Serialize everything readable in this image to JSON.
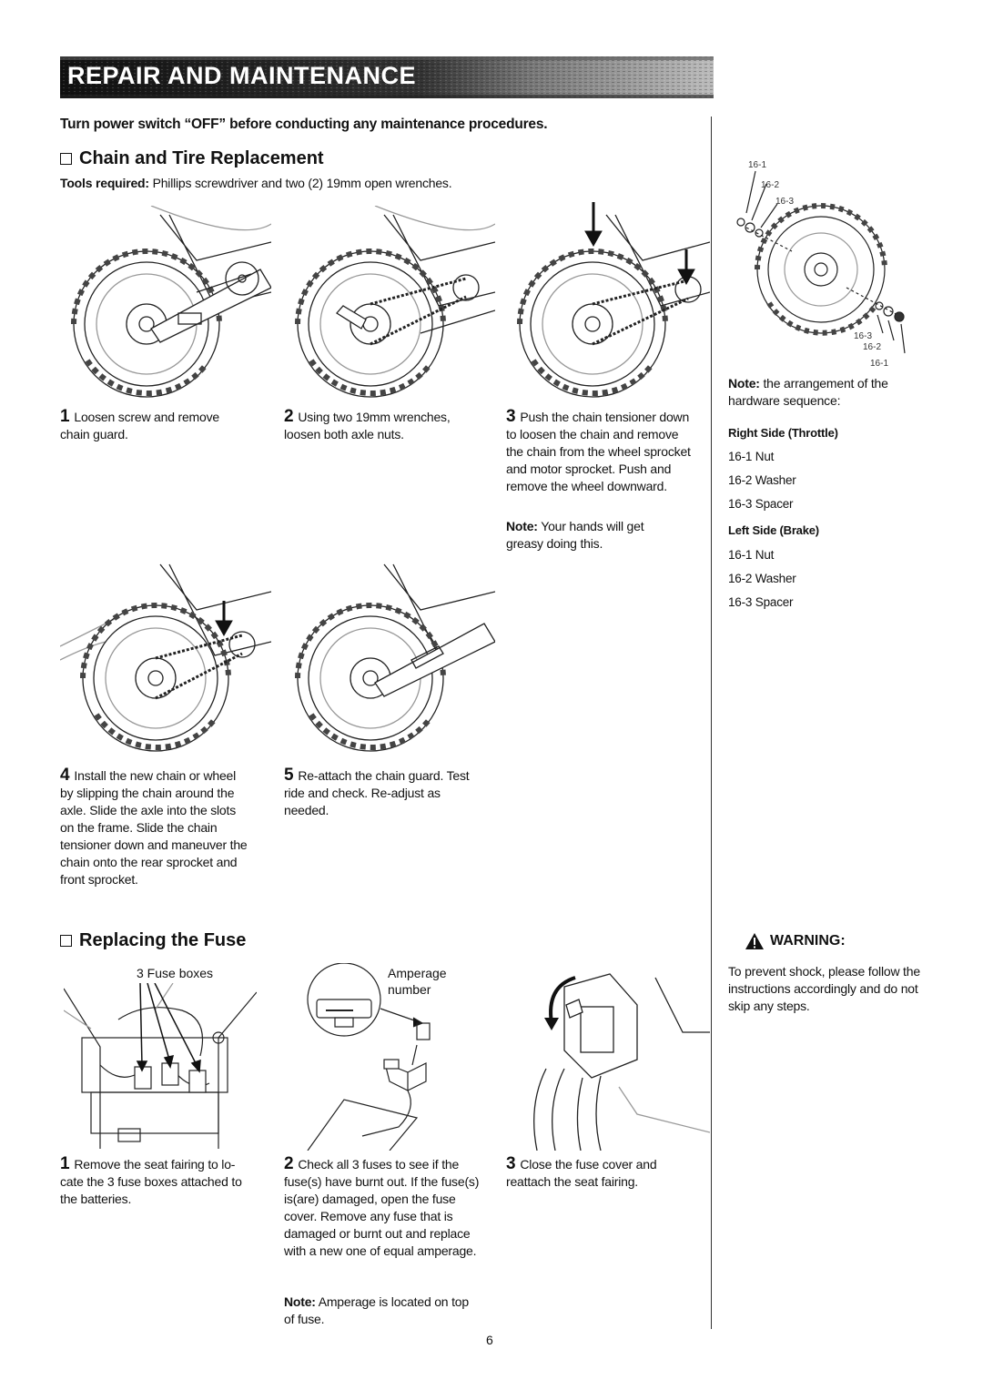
{
  "banner": {
    "title": "REPAIR AND MAINTENANCE"
  },
  "safety_notice": "Turn power switch “OFF” before conducting any maintenance procedures.",
  "chain_section": {
    "title": "Chain and Tire Replacement",
    "tools_label": "Tools required:",
    "tools_text": "Phillips screwdriver and two (2) 19mm open wrenches.",
    "steps": [
      {
        "num": "1",
        "text": "Loosen screw and remove chain guard."
      },
      {
        "num": "2",
        "text": "Using two 19mm wrenches, loosen both axle nuts."
      },
      {
        "num": "3",
        "text": "Push the chain tensioner down to loosen the chain and remove the chain from the wheel sprocket and motor sprocket. Push and remove the wheel downward."
      },
      {
        "num": "4",
        "text": "Install the new chain or wheel by slipping the chain around the axle. Slide the axle into the slots on the frame. Slide the chain tensioner down and maneuver the chain onto the rear sprocket and front sprocket."
      },
      {
        "num": "5",
        "text": "Re-attach the chain guard. Test ride and check. Re-adjust as needed."
      }
    ],
    "step3_note_label": "Note:",
    "step3_note_text": "Your hands will get greasy doing this."
  },
  "hardware_diagram": {
    "labels_top": [
      "16-1",
      "16-2",
      "16-3"
    ],
    "labels_bottom": [
      "16-3",
      "16-2",
      "16-1"
    ]
  },
  "hardware_note": {
    "label": "Note:",
    "text": "the arrangement of the hardware sequence:",
    "right_side_title": "Right Side (Throttle)",
    "right_side_items": [
      "16-1 Nut",
      "16-2 Washer",
      "16-3 Spacer"
    ],
    "left_side_title": "Left Side (Brake)",
    "left_side_items": [
      "16-1 Nut",
      "16-2 Washer",
      "16-3 Spacer"
    ]
  },
  "fuse_section": {
    "title": "Replacing the Fuse",
    "fuse_boxes_caption": "3 Fuse boxes",
    "amperage_caption_1": "Amperage",
    "amperage_caption_2": "number",
    "steps": [
      {
        "num": "1",
        "text": "Remove the seat fairing to lo- cate the 3 fuse boxes attached to the batteries."
      },
      {
        "num": "2",
        "text": "Check all 3 fuses to see if the fuse(s) have burnt out. If the fuse(s) is(are) damaged, open the fuse cover. Remove any fuse that is damaged or burnt out and replace with a new one of equal amperage."
      },
      {
        "num": "3",
        "text": "Close the fuse cover and reattach the seat fairing."
      }
    ],
    "step2_note_label": "Note:",
    "step2_note_text": "Amperage is located on top of fuse."
  },
  "warning": {
    "title": "WARNING:",
    "text": "To prevent shock, please follow the instructions accordingly and do not skip any steps."
  },
  "page_number": "6"
}
